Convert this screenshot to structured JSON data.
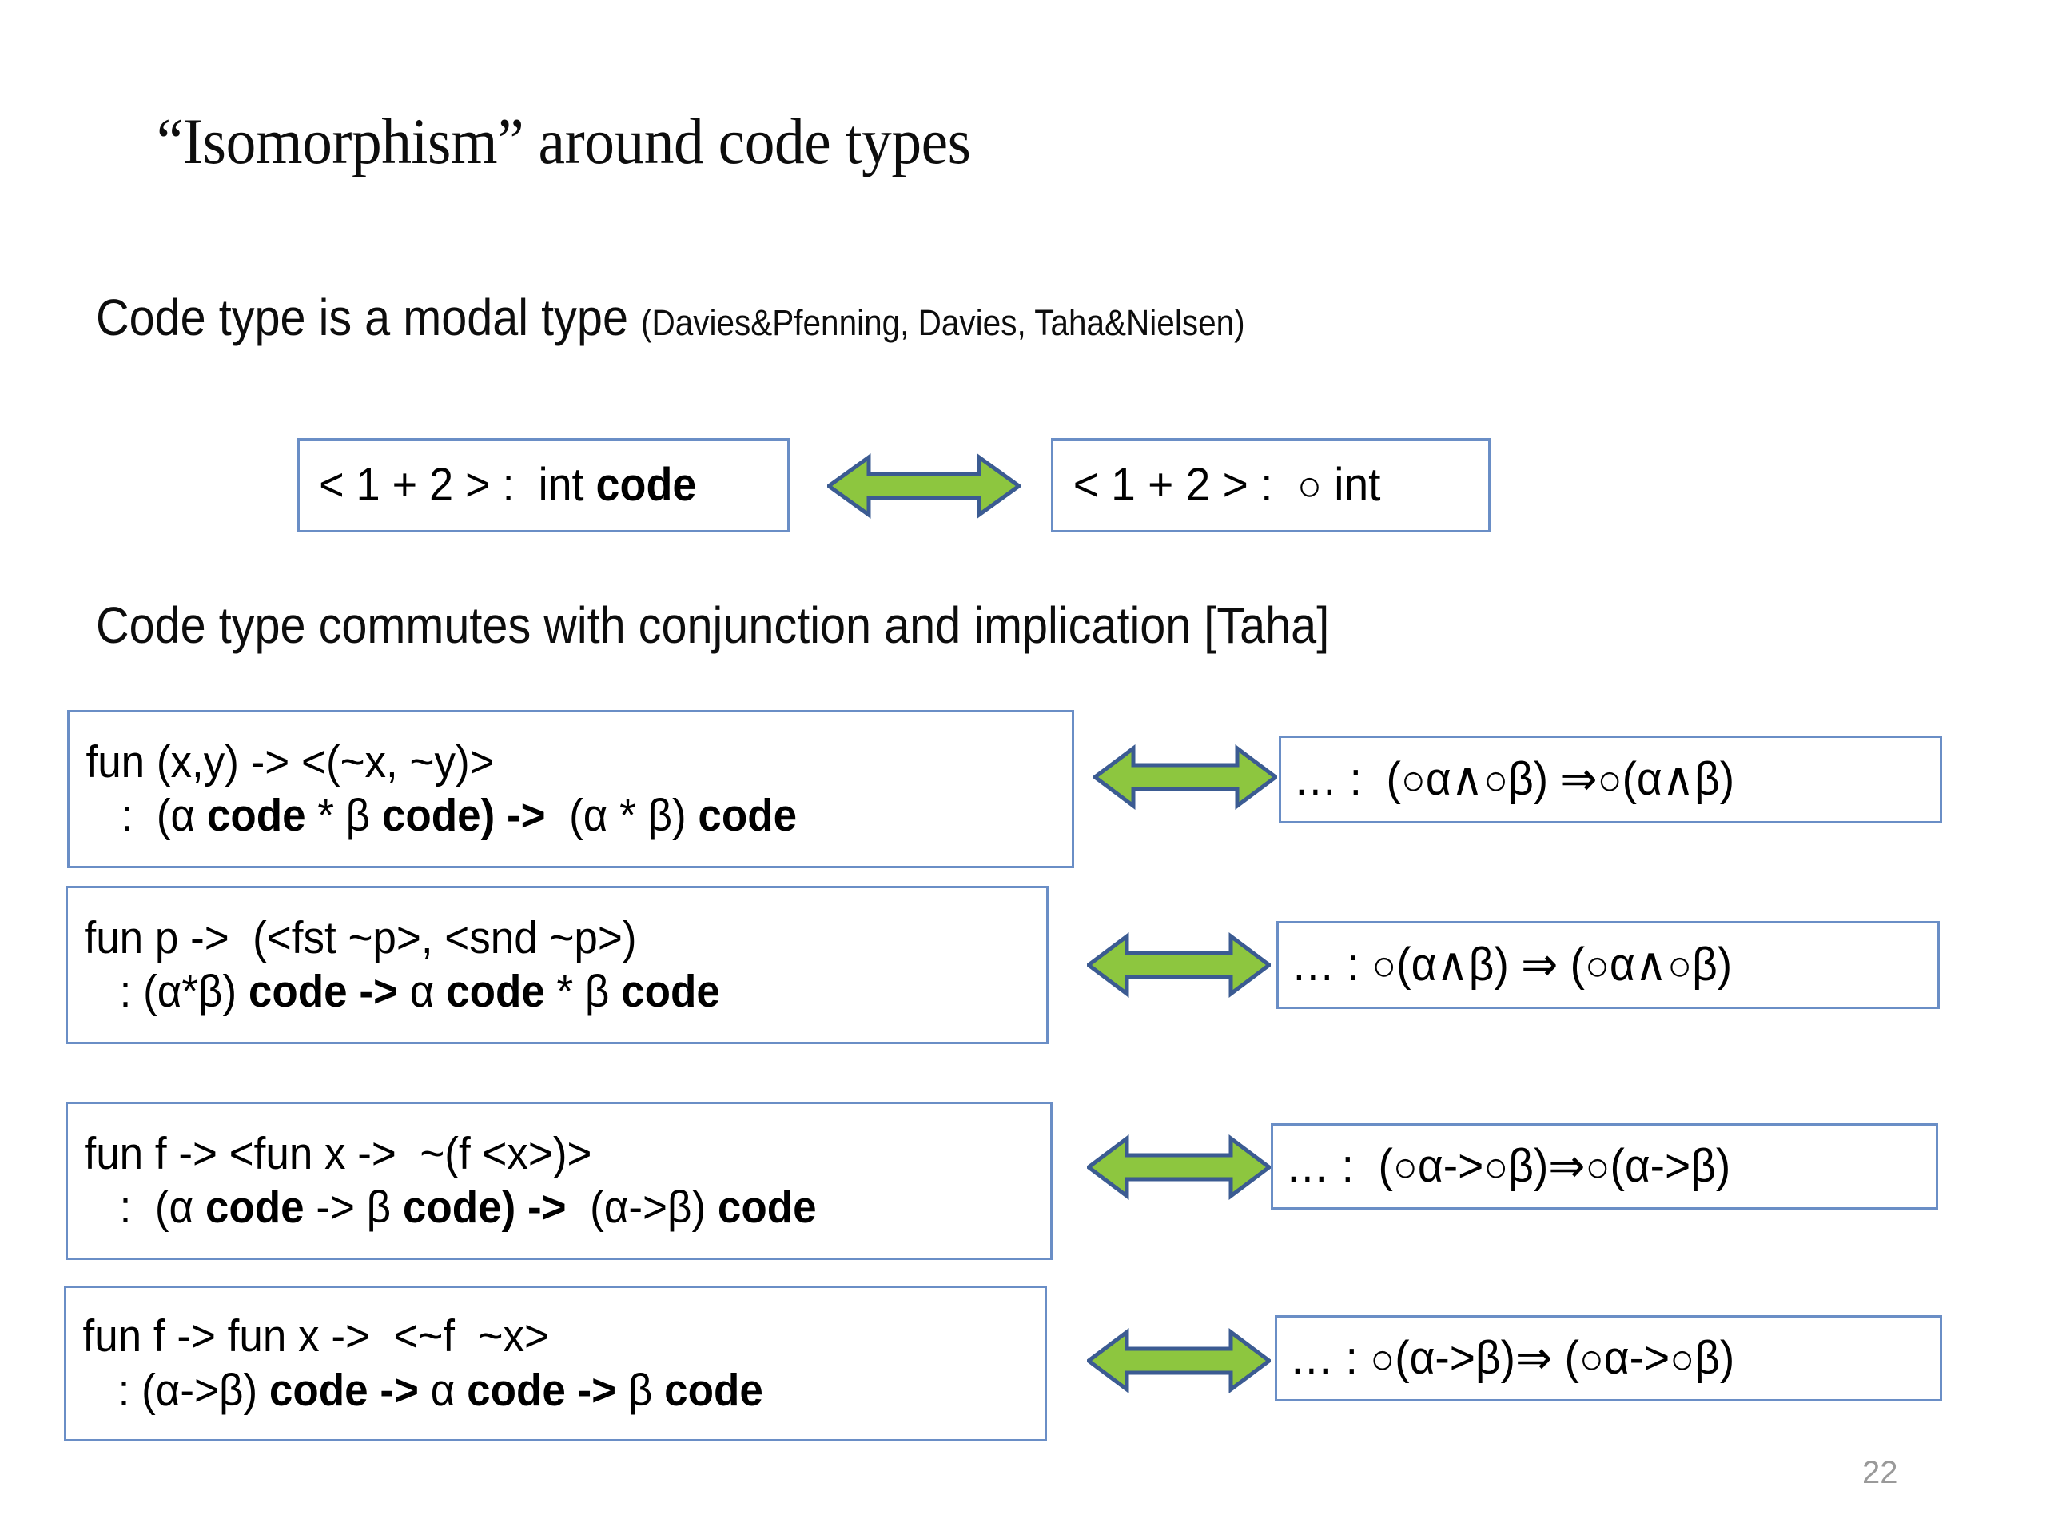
{
  "slide": {
    "title": "“Isomorphism” around code types",
    "number": "22",
    "accent_border": "#6a8ec6",
    "arrow_fill": "#8dc63f",
    "arrow_stroke": "#3b5b92",
    "slide_number_color": "#9a9a9a"
  },
  "headings": {
    "modal": {
      "main": "Code type is a modal type ",
      "citation": "(Davies&Pfenning, Davies, Taha&Nielsen)"
    },
    "commutes": {
      "main": "Code type commutes with conjunction and implication [Taha]",
      "citation": ""
    }
  },
  "pairs": [
    {
      "id": "code-int",
      "left": {
        "lines": [
          [
            {
              "t": "< 1 + 2 > :  int ",
              "b": false
            },
            {
              "t": "code",
              "b": true
            }
          ]
        ]
      },
      "arrow": "double-headed-left-right-arrow",
      "right": {
        "lines": [
          [
            {
              "t": "< 1 + 2 > :  ",
              "b": false
            },
            {
              "t": "○",
              "b": false,
              "ring": true
            },
            {
              "t": " int",
              "b": false
            }
          ]
        ]
      }
    },
    {
      "id": "conjunction-intro",
      "left": {
        "lines": [
          [
            {
              "t": "fun (x,y) -> <(~x, ~y)>",
              "b": false
            }
          ],
          [
            {
              "t": "   :  (α ",
              "b": false
            },
            {
              "t": "code",
              "b": true
            },
            {
              "t": " * β ",
              "b": false
            },
            {
              "t": "code) ->",
              "b": true
            },
            {
              "t": "  (α * β) ",
              "b": false
            },
            {
              "t": "code",
              "b": true
            }
          ]
        ]
      },
      "arrow": "double-headed-left-right-arrow",
      "right": {
        "lines": [
          [
            {
              "t": "… :  (",
              "b": false
            },
            {
              "t": "○",
              "b": false,
              "ring": true
            },
            {
              "t": "α∧",
              "b": false
            },
            {
              "t": "○",
              "b": false,
              "ring": true
            },
            {
              "t": "β) ⇒",
              "b": false
            },
            {
              "t": "○",
              "b": false,
              "ring": true
            },
            {
              "t": "(α∧β)",
              "b": false
            }
          ]
        ]
      }
    },
    {
      "id": "conjunction-elim",
      "left": {
        "lines": [
          [
            {
              "t": "fun p ->  (<fst ~p>, <snd ~p>)",
              "b": false
            }
          ],
          [
            {
              "t": "   : (α*β) ",
              "b": false
            },
            {
              "t": "code ->",
              "b": true
            },
            {
              "t": " α ",
              "b": false
            },
            {
              "t": "code",
              "b": true
            },
            {
              "t": " * β ",
              "b": false
            },
            {
              "t": "code",
              "b": true
            }
          ]
        ]
      },
      "arrow": "double-headed-left-right-arrow",
      "right": {
        "lines": [
          [
            {
              "t": "… : ",
              "b": false
            },
            {
              "t": "○",
              "b": false,
              "ring": true
            },
            {
              "t": "(α∧β) ⇒ (",
              "b": false
            },
            {
              "t": "○",
              "b": false,
              "ring": true
            },
            {
              "t": "α∧",
              "b": false
            },
            {
              "t": "○",
              "b": false,
              "ring": true
            },
            {
              "t": "β)",
              "b": false
            }
          ]
        ]
      }
    },
    {
      "id": "implication-intro",
      "left": {
        "lines": [
          [
            {
              "t": "fun f -> <fun x ->  ~(f <x>)>",
              "b": false
            }
          ],
          [
            {
              "t": "   :  (α ",
              "b": false
            },
            {
              "t": "code",
              "b": true
            },
            {
              "t": " -> β ",
              "b": false
            },
            {
              "t": "code) ->",
              "b": true
            },
            {
              "t": "  (α->β) ",
              "b": false
            },
            {
              "t": "code",
              "b": true
            }
          ]
        ]
      },
      "arrow": "double-headed-left-right-arrow",
      "right": {
        "lines": [
          [
            {
              "t": "… :  (",
              "b": false
            },
            {
              "t": "○",
              "b": false,
              "ring": true
            },
            {
              "t": "α->",
              "b": false
            },
            {
              "t": "○",
              "b": false,
              "ring": true
            },
            {
              "t": "β)⇒",
              "b": false
            },
            {
              "t": "○",
              "b": false,
              "ring": true
            },
            {
              "t": "(α->β)",
              "b": false
            }
          ]
        ]
      }
    },
    {
      "id": "implication-elim",
      "left": {
        "lines": [
          [
            {
              "t": "fun f -> fun x ->  <~f  ~x>",
              "b": false
            }
          ],
          [
            {
              "t": "   : (α->β) ",
              "b": false
            },
            {
              "t": "code ->",
              "b": true
            },
            {
              "t": " α ",
              "b": false
            },
            {
              "t": "code ->",
              "b": true
            },
            {
              "t": " β ",
              "b": false
            },
            {
              "t": "code",
              "b": true
            }
          ]
        ]
      },
      "arrow": "double-headed-left-right-arrow",
      "right": {
        "lines": [
          [
            {
              "t": "… : ",
              "b": false
            },
            {
              "t": "○",
              "b": false,
              "ring": true
            },
            {
              "t": "(α->β)⇒ (",
              "b": false
            },
            {
              "t": "○",
              "b": false,
              "ring": true
            },
            {
              "t": "α->",
              "b": false
            },
            {
              "t": "○",
              "b": false,
              "ring": true
            },
            {
              "t": "β)",
              "b": false
            }
          ]
        ]
      }
    }
  ]
}
